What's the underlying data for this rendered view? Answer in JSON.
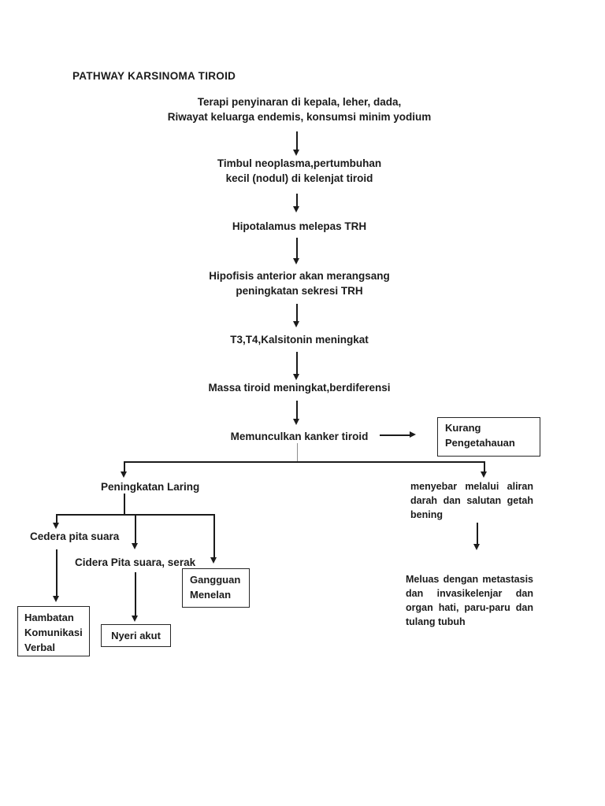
{
  "title": "PATHWAY KARSINOMA TIROID",
  "chain": [
    {
      "text": "Terapi penyinaran di kepala, leher, dada,\nRiwayat keluarga endemis, konsumsi minim yodium"
    },
    {
      "text": "Timbul neoplasma,pertumbuhan\nkecil (nodul) di kelenjat tiroid"
    },
    {
      "text": "Hipotalamus melepas TRH"
    },
    {
      "text": "Hipofisis anterior akan merangsang\npeningkatan sekresi TRH"
    },
    {
      "text": "T3,T4,Kalsitonin meningkat"
    },
    {
      "text": "Massa tiroid meningkat,berdiferensi"
    },
    {
      "text": "Memunculkan kanker tiroid"
    }
  ],
  "side_box": {
    "text": "Kurang\nPengetahauan"
  },
  "left_branch": {
    "label": "Peningkatan Laring",
    "cedera_label": "Cedera pita suara",
    "cidera_label": "Cidera Pita suara, serak",
    "gangguan_box": "Gangguan\nMenelan",
    "hambatan_box": "Hambatan\nKomunikasi\nVerbal",
    "nyeri_box": "Nyeri akut"
  },
  "right_branch": {
    "spread_text": "menyebar melalui aliran darah dan salutan getah bening",
    "spread_lines": [
      "menyebar melalui aliran",
      "darah dan salutan getah",
      "bening"
    ],
    "metastasis_text": "Meluas dengan metastasis dan invasikelenjar dan organ hati, paru-paru dan tulang tubuh",
    "metastasis_lines": [
      "Meluas dengan metastasis",
      "dan invasikelenjar dan",
      "organ hati, paru-paru dan",
      "tulang tubuh"
    ]
  },
  "colors": {
    "ink": "#1b1b1b",
    "page": "#ffffff"
  }
}
